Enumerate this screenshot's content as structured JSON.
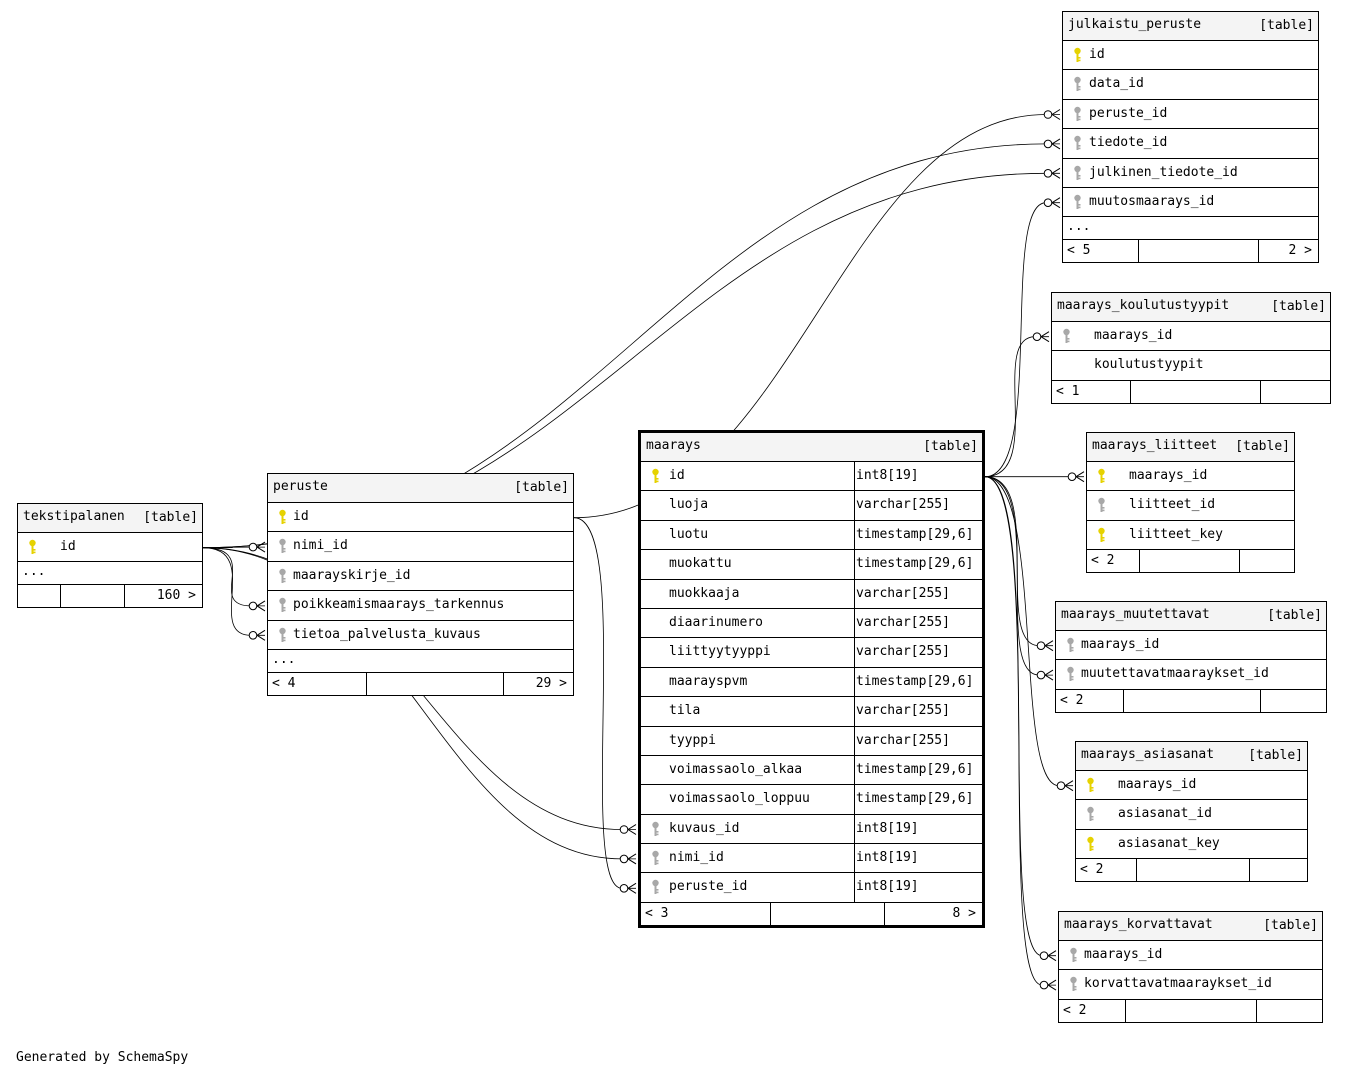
{
  "footer": {
    "credit": "Generated by SchemaSpy"
  },
  "colors": {
    "pk_key": "#e6d200",
    "fk_key": "#a8a8a8",
    "header_bg": "#f4f4f4"
  },
  "tables": [
    {
      "id": "julkaistu_peruste",
      "name": "julkaistu_peruste",
      "type_label": "[table]",
      "columns": [
        {
          "name": "id",
          "key": "pk"
        },
        {
          "name": "data_id",
          "key": "fk"
        },
        {
          "name": "peruste_id",
          "key": "fk"
        },
        {
          "name": "tiedote_id",
          "key": "fk"
        },
        {
          "name": "julkinen_tiedote_id",
          "key": "fk"
        },
        {
          "name": "muutosmaarays_id",
          "key": "fk"
        }
      ],
      "ellipsis": "...",
      "footer": {
        "left": "< 5",
        "right": "2 >"
      }
    },
    {
      "id": "maarays_koulutustyypit",
      "name": "maarays_koulutustyypit",
      "type_label": "[table]",
      "columns": [
        {
          "name": "maarays_id",
          "key": "fk"
        },
        {
          "name": "koulutustyypit",
          "key": "none"
        }
      ],
      "footer": {
        "left": "< 1",
        "right": ""
      }
    },
    {
      "id": "maarays",
      "name": "maarays",
      "type_label": "[table]",
      "columns": [
        {
          "name": "id",
          "type": "int8[19]",
          "key": "pk"
        },
        {
          "name": "luoja",
          "type": "varchar[255]",
          "key": "none"
        },
        {
          "name": "luotu",
          "type": "timestamp[29,6]",
          "key": "none"
        },
        {
          "name": "muokattu",
          "type": "timestamp[29,6]",
          "key": "none"
        },
        {
          "name": "muokkaaja",
          "type": "varchar[255]",
          "key": "none"
        },
        {
          "name": "diaarinumero",
          "type": "varchar[255]",
          "key": "none"
        },
        {
          "name": "liittyytyyppi",
          "type": "varchar[255]",
          "key": "none"
        },
        {
          "name": "maarayspvm",
          "type": "timestamp[29,6]",
          "key": "none"
        },
        {
          "name": "tila",
          "type": "varchar[255]",
          "key": "none"
        },
        {
          "name": "tyyppi",
          "type": "varchar[255]",
          "key": "none"
        },
        {
          "name": "voimassaolo_alkaa",
          "type": "timestamp[29,6]",
          "key": "none"
        },
        {
          "name": "voimassaolo_loppuu",
          "type": "timestamp[29,6]",
          "key": "none"
        },
        {
          "name": "kuvaus_id",
          "type": "int8[19]",
          "key": "fk"
        },
        {
          "name": "nimi_id",
          "type": "int8[19]",
          "key": "fk"
        },
        {
          "name": "peruste_id",
          "type": "int8[19]",
          "key": "fk"
        }
      ],
      "footer": {
        "left": "< 3",
        "right": "8 >"
      }
    },
    {
      "id": "maarays_liitteet",
      "name": "maarays_liitteet",
      "type_label": "[table]",
      "columns": [
        {
          "name": "maarays_id",
          "key": "pk"
        },
        {
          "name": "liitteet_id",
          "key": "fk"
        },
        {
          "name": "liitteet_key",
          "key": "pk"
        }
      ],
      "footer": {
        "left": "< 2",
        "right": ""
      }
    },
    {
      "id": "tekstipalanen",
      "name": "tekstipalanen",
      "type_label": "[table]",
      "columns": [
        {
          "name": "id",
          "key": "pk"
        }
      ],
      "ellipsis": "...",
      "footer": {
        "left": "",
        "right": "160 >"
      }
    },
    {
      "id": "peruste",
      "name": "peruste",
      "type_label": "[table]",
      "columns": [
        {
          "name": "id",
          "key": "pk"
        },
        {
          "name": "nimi_id",
          "key": "fk"
        },
        {
          "name": "maarayskirje_id",
          "key": "fk"
        },
        {
          "name": "poikkeamismaarays_tarkennus",
          "key": "fk"
        },
        {
          "name": "tietoa_palvelusta_kuvaus",
          "key": "fk"
        }
      ],
      "ellipsis": "...",
      "footer": {
        "left": "< 4",
        "right": "29 >"
      }
    },
    {
      "id": "maarays_muutettavat",
      "name": "maarays_muutettavat",
      "type_label": "[table]",
      "columns": [
        {
          "name": "maarays_id",
          "key": "fk"
        },
        {
          "name": "muutettavatmaaraykset_id",
          "key": "fk"
        }
      ],
      "footer": {
        "left": "< 2",
        "right": ""
      }
    },
    {
      "id": "maarays_asiasanat",
      "name": "maarays_asiasanat",
      "type_label": "[table]",
      "columns": [
        {
          "name": "maarays_id",
          "key": "pk"
        },
        {
          "name": "asiasanat_id",
          "key": "fk"
        },
        {
          "name": "asiasanat_key",
          "key": "pk"
        }
      ],
      "footer": {
        "left": "< 2",
        "right": ""
      }
    },
    {
      "id": "maarays_korvattavat",
      "name": "maarays_korvattavat",
      "type_label": "[table]",
      "columns": [
        {
          "name": "maarays_id",
          "key": "fk"
        },
        {
          "name": "korvattavatmaaraykset_id",
          "key": "fk"
        }
      ],
      "footer": {
        "left": "< 2",
        "right": ""
      }
    }
  ],
  "relationships": [
    {
      "from": "tekstipalanen.id",
      "to": "julkaistu_peruste.tiedote_id"
    },
    {
      "from": "tekstipalanen.id",
      "to": "julkaistu_peruste.julkinen_tiedote_id"
    },
    {
      "from": "tekstipalanen.id",
      "to": "peruste.nimi_id"
    },
    {
      "from": "tekstipalanen.id",
      "to": "peruste.poikkeamismaarays_tarkennus"
    },
    {
      "from": "tekstipalanen.id",
      "to": "peruste.tietoa_palvelusta_kuvaus"
    },
    {
      "from": "tekstipalanen.id",
      "to": "maarays.kuvaus_id"
    },
    {
      "from": "tekstipalanen.id",
      "to": "maarays.nimi_id"
    },
    {
      "from": "peruste.id",
      "to": "julkaistu_peruste.peruste_id"
    },
    {
      "from": "peruste.id",
      "to": "maarays.peruste_id"
    },
    {
      "from": "maarays.id",
      "to": "julkaistu_peruste.muutosmaarays_id"
    },
    {
      "from": "maarays.id",
      "to": "maarays_koulutustyypit.maarays_id"
    },
    {
      "from": "maarays.id",
      "to": "maarays_liitteet.maarays_id"
    },
    {
      "from": "maarays.id",
      "to": "maarays_muutettavat.maarays_id"
    },
    {
      "from": "maarays.id",
      "to": "maarays_muutettavat.muutettavatmaaraykset_id"
    },
    {
      "from": "maarays.id",
      "to": "maarays_asiasanat.maarays_id"
    },
    {
      "from": "maarays.id",
      "to": "maarays_korvattavat.maarays_id"
    },
    {
      "from": "maarays.id",
      "to": "maarays_korvattavat.korvattavatmaaraykset_id"
    }
  ]
}
